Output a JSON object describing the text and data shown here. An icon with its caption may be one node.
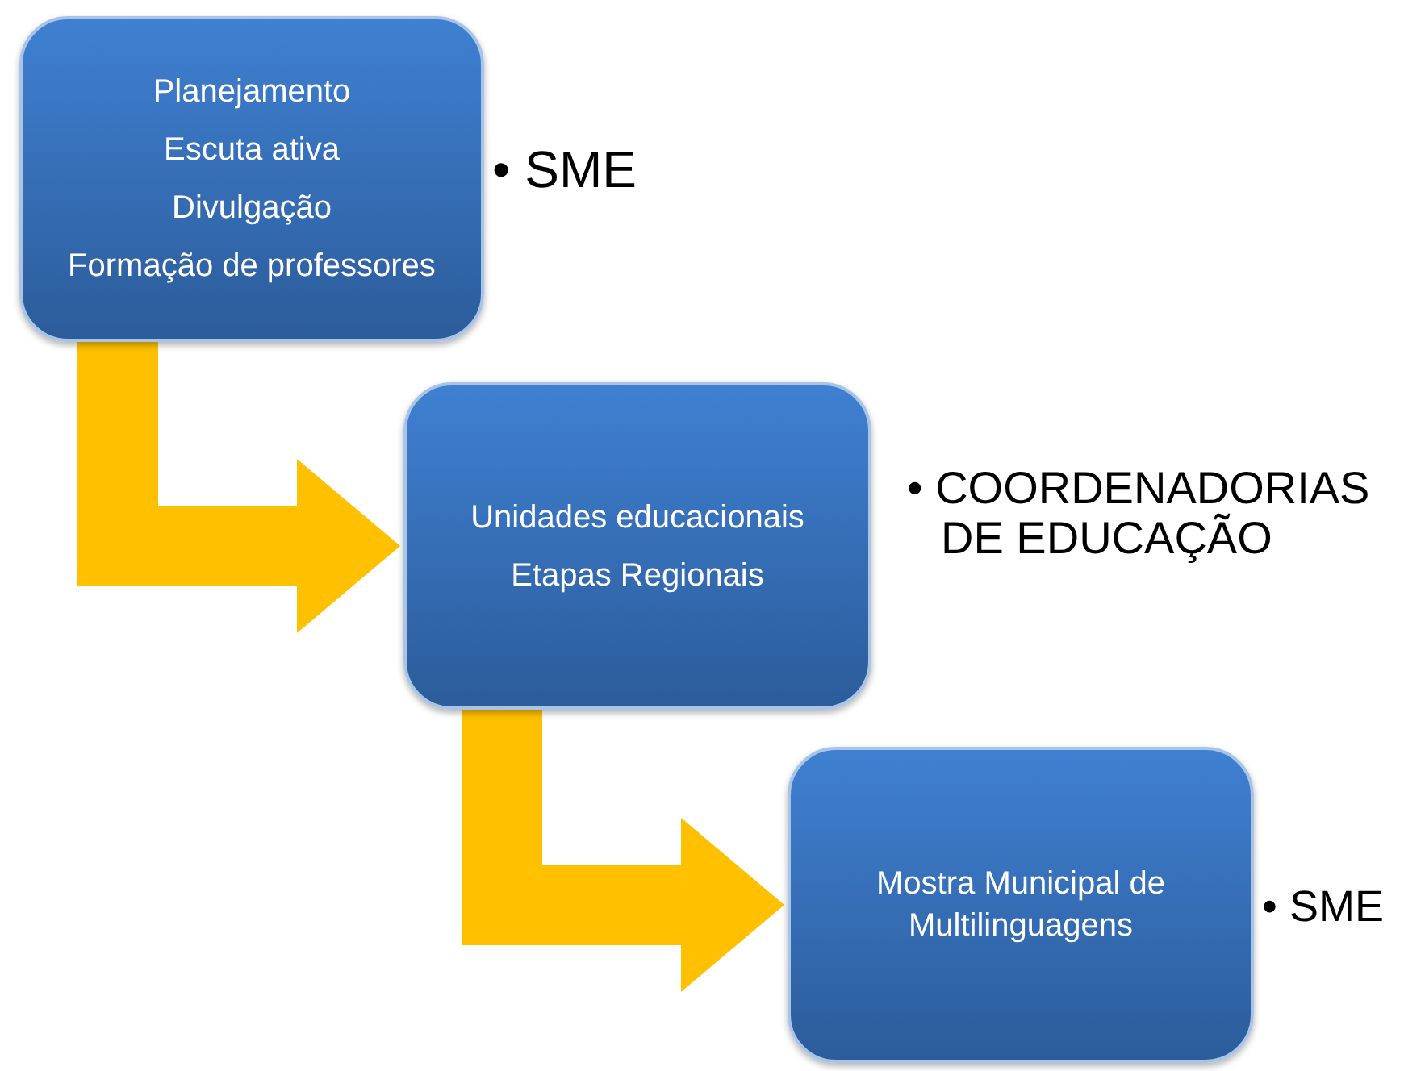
{
  "diagram": {
    "nodes": [
      {
        "text": [
          "Planejamento",
          "Escuta ativa",
          "Divulgação",
          "Formação de professores"
        ],
        "beside": [
          "• SME"
        ]
      },
      {
        "text": [
          "Unidades educacionais",
          "Etapas Regionais"
        ],
        "beside": [
          "• COORDENADORIAS DE EDUCAÇÃO"
        ]
      },
      {
        "text": [
          "Mostra Municipal de Multilinguagens"
        ],
        "beside": [
          "• SME"
        ]
      }
    ],
    "edges": [
      {
        "from": 0,
        "to": 1,
        "arrow": "to",
        "style": "thick",
        "color": "#ffc000"
      },
      {
        "from": 1,
        "to": 2,
        "arrow": "to",
        "style": "thick",
        "color": "#ffc000"
      }
    ]
  }
}
